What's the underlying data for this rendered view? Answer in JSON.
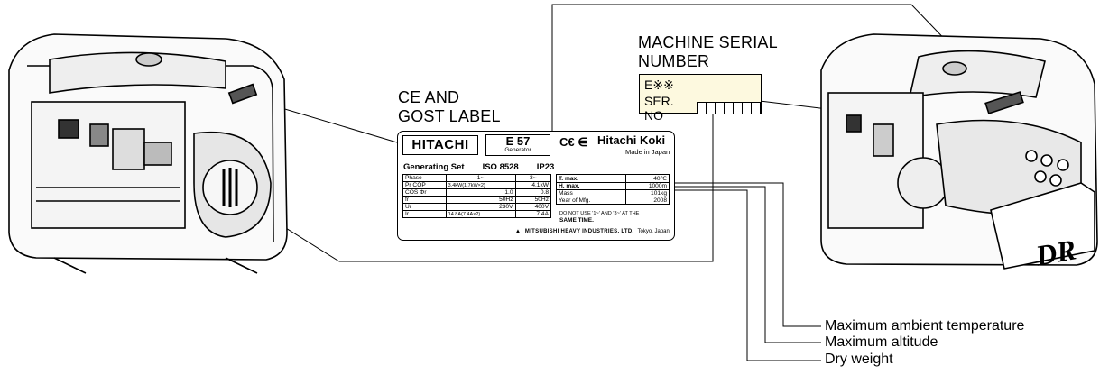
{
  "headings": {
    "ce_label": [
      "CE AND",
      "GOST LABEL"
    ],
    "serial_number": [
      "MACHINE SERIAL",
      "NUMBER"
    ]
  },
  "serial_plate": {
    "line1": "E※※",
    "line2": "SER. NO"
  },
  "rating_label": {
    "brand": "HITACHI",
    "model": "E 57",
    "model_sub": "Generator",
    "cert_marks": "C€ ⋹",
    "maker": "Hitachi Koki",
    "made_in": "Made in Japan",
    "generating_set": "Generating Set",
    "standard": "ISO 8528",
    "ip": "IP23",
    "left_table": {
      "rows": [
        [
          "Phase",
          "1~",
          "3~"
        ],
        [
          "Pr COP",
          "3.4kW(1.7kW×2)",
          "4.1kW"
        ],
        [
          "COS Φr",
          "1.0",
          "0.8"
        ],
        [
          "fr",
          "50Hz",
          "50Hz"
        ],
        [
          "Ur",
          "230V",
          "400V"
        ],
        [
          "Ir",
          "14.8A(7.4A×2)",
          "7.4A"
        ]
      ]
    },
    "right_table": {
      "rows": [
        [
          "T. max.",
          "40℃"
        ],
        [
          "H. max.",
          "1000m"
        ],
        [
          "Mass",
          "101kg"
        ],
        [
          "Year of Mfg.",
          "2008"
        ]
      ],
      "note_line1": "DO NOT USE '1~' AND '3~' AT THE",
      "note_line2": "SAME TIME."
    },
    "manufacturer": "MITSUBISHI HEAVY INDUSTRIES, LTD.",
    "manufacturer_city": "Tokyo, Japan"
  },
  "callouts": [
    "Maximum ambient temperature",
    "Maximum altitude",
    "Dry weight"
  ],
  "badge": "DR",
  "colors": {
    "serial_plate_bg": "#fdf9df",
    "line": "#000000"
  }
}
